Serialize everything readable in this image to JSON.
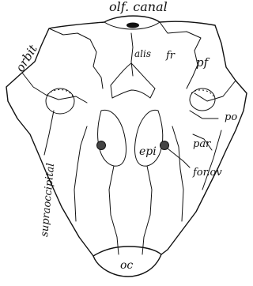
{
  "labels": {
    "olf_canal": "olf. canal",
    "orbit": "orbit",
    "alis": "alis",
    "fr": "fr",
    "pf": "pf",
    "po": "po",
    "par": "par",
    "epi": "epi",
    "for_ov": "for.ov",
    "supraoccipital": "supraoccipital",
    "oc": "oc"
  }
}
